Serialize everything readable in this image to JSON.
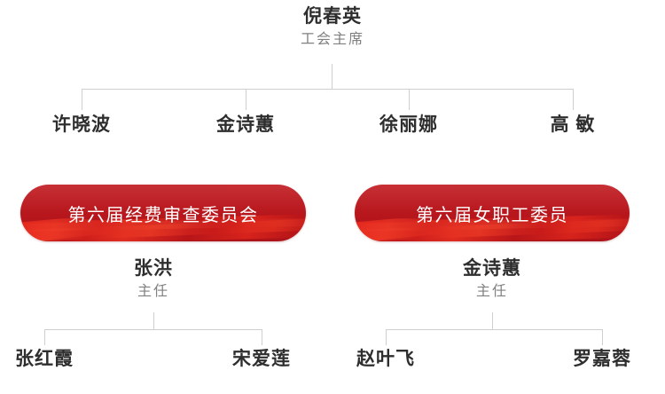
{
  "colors": {
    "pill_red": "#b8171d",
    "ribbon_accent": "#e0221a",
    "name_text": "#2e2e2e",
    "title_text": "#808080",
    "connector_line": "#cfcfcf"
  },
  "org_chart": {
    "type": "hierarchy",
    "root": {
      "name": "倪春英",
      "title": "工会主席"
    },
    "root_children": [
      {
        "name": "许晓波"
      },
      {
        "name": "金诗蕙"
      },
      {
        "name": "徐丽娜"
      },
      {
        "name": "高 敏"
      }
    ],
    "committees": [
      {
        "label": "第六届经费审查委员会",
        "head": {
          "name": "张洪",
          "title": "主任"
        },
        "members": [
          {
            "name": "张红霞"
          },
          {
            "name": "宋爱莲"
          }
        ]
      },
      {
        "label": "第六届女职工委员",
        "head": {
          "name": "金诗蕙",
          "title": "主任"
        },
        "members": [
          {
            "name": "赵叶飞"
          },
          {
            "name": "罗嘉蓉"
          }
        ]
      }
    ]
  }
}
